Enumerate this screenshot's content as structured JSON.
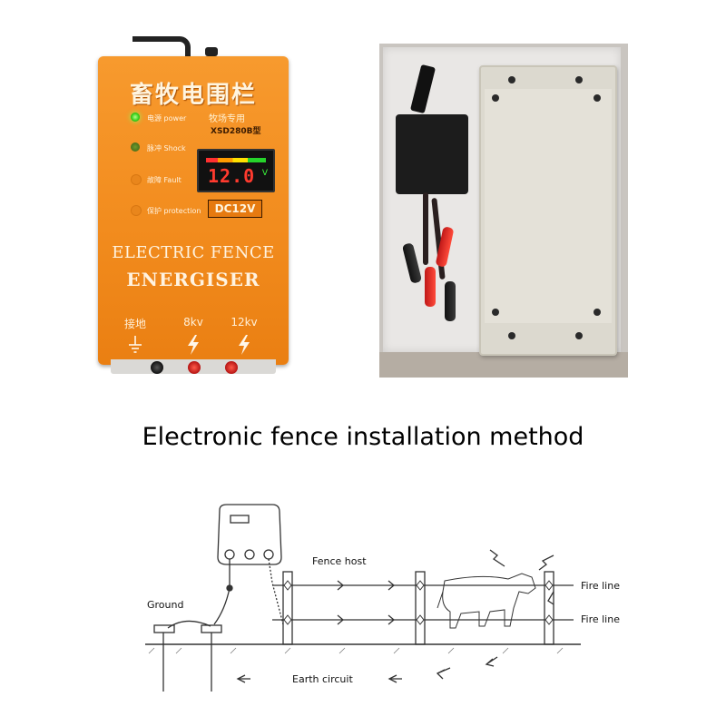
{
  "product": {
    "device": {
      "title_cn": "畜牧电围栏",
      "subtitle_cn": "牧场专用",
      "model": "XSD280B型",
      "indicators": [
        {
          "cn": "电源",
          "en": "power",
          "state": "on"
        },
        {
          "cn": "脉冲",
          "en": "Shock",
          "state": "off"
        },
        {
          "cn": "故障",
          "en": "Fault",
          "state": "none"
        },
        {
          "cn": "保护",
          "en": "protection",
          "state": "none"
        }
      ],
      "display_value": "12.0",
      "display_unit": "V",
      "dc_label": "DC12V",
      "brand_line1": "ELECTRIC FENCE",
      "brand_line2": "ENERGISER",
      "terminals": [
        {
          "label": "接地",
          "icon": "ground-symbol-icon"
        },
        {
          "label": "8kv",
          "icon": "lightning-icon"
        },
        {
          "label": "12kv",
          "icon": "lightning-icon"
        }
      ],
      "colors": {
        "body": "#f28c1e",
        "display": "#ff3a2e",
        "led_on": "#38d11d"
      }
    }
  },
  "headline": "Electronic fence installation method",
  "diagram": {
    "labels": {
      "fence_host": "Fence host",
      "ground": "Ground",
      "fire_line_top": "Fire line",
      "fire_line_bottom": "Fire line",
      "earth_circuit": "Earth circuit"
    }
  }
}
